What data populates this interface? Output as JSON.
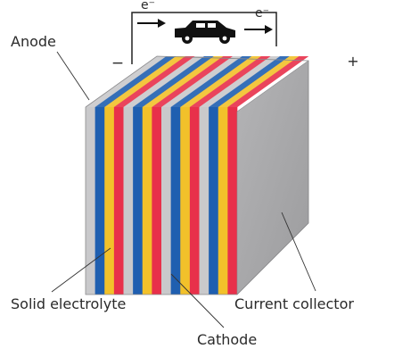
{
  "labels": {
    "anode": "Anode",
    "solid_electrolyte": "Solid electrolyte",
    "current_collector": "Current collector",
    "cathode": "Cathode"
  },
  "circuit": {
    "electron_left": "e⁻",
    "electron_right": "e⁻",
    "negative": "−",
    "positive": "+"
  },
  "icons": {
    "load": "car-icon"
  },
  "colors": {
    "blue": "#1f5fb0",
    "yellow": "#f2c12a",
    "red": "#e8304a",
    "gray": "#c9c9cb",
    "collector_side": "#a9a9ab"
  },
  "layers": {
    "sequence": [
      "gray",
      "blue",
      "yellow",
      "red",
      "gray",
      "blue",
      "yellow",
      "red",
      "gray",
      "blue",
      "yellow",
      "red",
      "gray",
      "blue",
      "yellow",
      "red"
    ]
  }
}
